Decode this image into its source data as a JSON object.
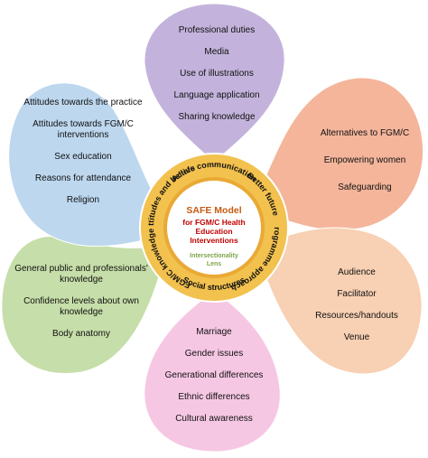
{
  "colors": {
    "purple": "#c3b3dc",
    "orange": "#f4b59b",
    "peach": "#f8d0b3",
    "pink": "#f6c7e3",
    "green": "#c6dea9",
    "blue": "#bdd7ee",
    "ring": "#f2c14e",
    "ring_inner_border": "#e9a935",
    "center_fill": "#ffffff",
    "center_title": "#c55a11",
    "center_sub": "#c00000",
    "center_lens": "#7fa44a"
  },
  "petals": {
    "purple": {
      "items": [
        "Professional duties",
        "Media",
        "Use of illustrations",
        "Language application",
        "Sharing knowledge"
      ]
    },
    "orange": {
      "items": [
        "Alternatives to FGM/C",
        "Empowering women",
        "Safeguarding"
      ]
    },
    "peach": {
      "items": [
        "Audience",
        "Facilitator",
        "Resources/handouts",
        "Venue"
      ]
    },
    "pink": {
      "items": [
        "Marriage",
        "Gender issues",
        "Generational differences",
        "Ethnic differences",
        "Cultural awareness"
      ]
    },
    "green": {
      "items": [
        "General public and professionals' knowledge",
        "Confidence levels about own knowledge",
        "Body anatomy"
      ]
    },
    "blue": {
      "items": [
        "Attitudes towards the practice",
        "Attitudes towards FGM/C interventions",
        "Sex education",
        "Reasons for attendance",
        "Religion"
      ]
    }
  },
  "ring_labels": {
    "active_communication": "Active communication",
    "better_future": "Better future",
    "programme_approach": "Programme approach",
    "social_structures": "Social structures",
    "fgmc_knowledge": "FGM/C knowledge",
    "attitudes_beliefs": "Attitudes and beliefs"
  },
  "center": {
    "title": "SAFE Model",
    "subtitle": "for FGM/C Health Education Interventions",
    "lens": "Intersectionality Lens"
  }
}
